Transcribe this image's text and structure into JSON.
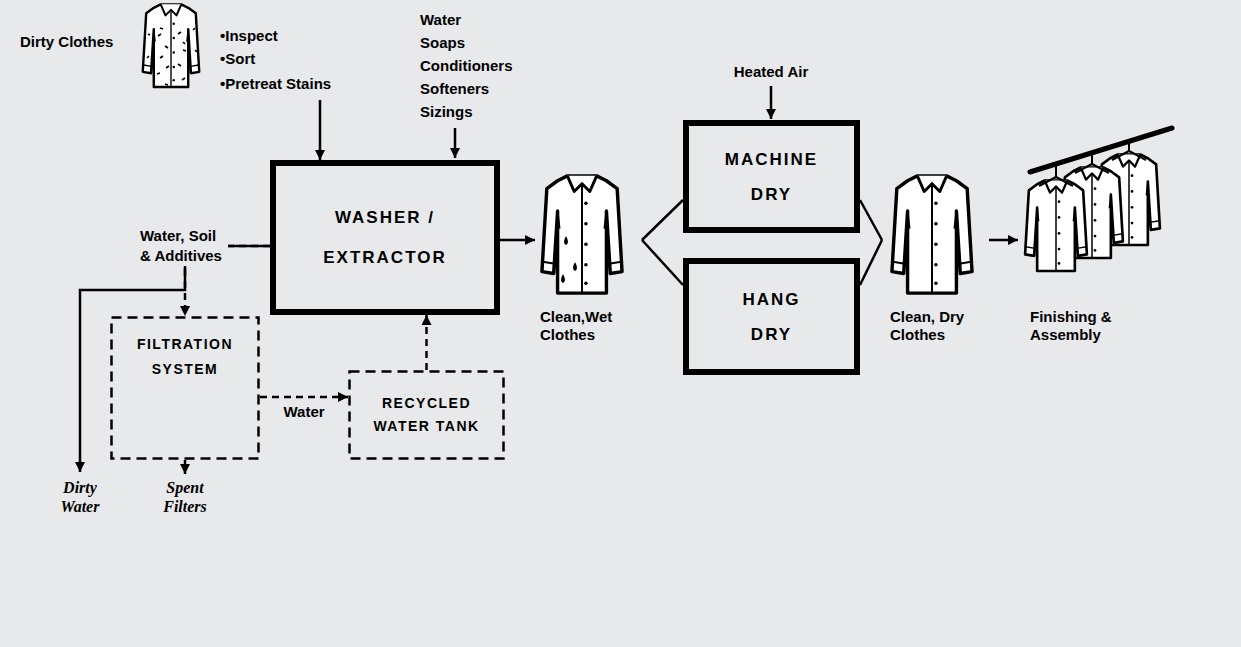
{
  "diagram": {
    "nodes": [
      {
        "text": [
          "Dirty Clothes",
          "•Inspect",
          "•Sort",
          "•Pretreat Stains"
        ]
      },
      {
        "text": [
          "WASHER / EXTRACTOR"
        ]
      },
      {
        "text": [
          "FILTRATION SYSTEM"
        ]
      },
      {
        "text": [
          "RECYCLED WATER TANK"
        ]
      },
      {
        "text": [
          "Clean,Wet Clothes"
        ]
      },
      {
        "text": [
          "MACHINE DRY"
        ]
      },
      {
        "text": [
          "HANG DRY"
        ]
      },
      {
        "text": [
          "Clean, Dry Clothes"
        ]
      },
      {
        "text": [
          "Finishing & Assembly"
        ]
      }
    ],
    "edges": [
      {
        "from": 0,
        "to": 1,
        "arrow": "to"
      },
      {
        "from": 1,
        "to": 2,
        "arrow": "to"
      },
      {
        "from": 2,
        "to": 3,
        "label": "Water",
        "arrow": "to"
      },
      {
        "from": 3,
        "to": 1,
        "arrow": "to"
      },
      {
        "from": 1,
        "to": 4,
        "arrow": "to"
      },
      {
        "from": 4,
        "to": 5,
        "arrow": "none"
      },
      {
        "from": 4,
        "to": 6,
        "arrow": "none"
      },
      {
        "from": 5,
        "to": 7,
        "arrow": "none"
      },
      {
        "from": 6,
        "to": 7,
        "arrow": "none"
      },
      {
        "from": 7,
        "to": 8,
        "arrow": "to"
      }
    ],
    "labels": [
      "Water",
      "Soaps",
      "Conditioners",
      "Softeners",
      "Sizings",
      "Heated Air",
      "Water, Soil & Additives",
      "Dirty Water",
      "Spent Filters"
    ]
  }
}
